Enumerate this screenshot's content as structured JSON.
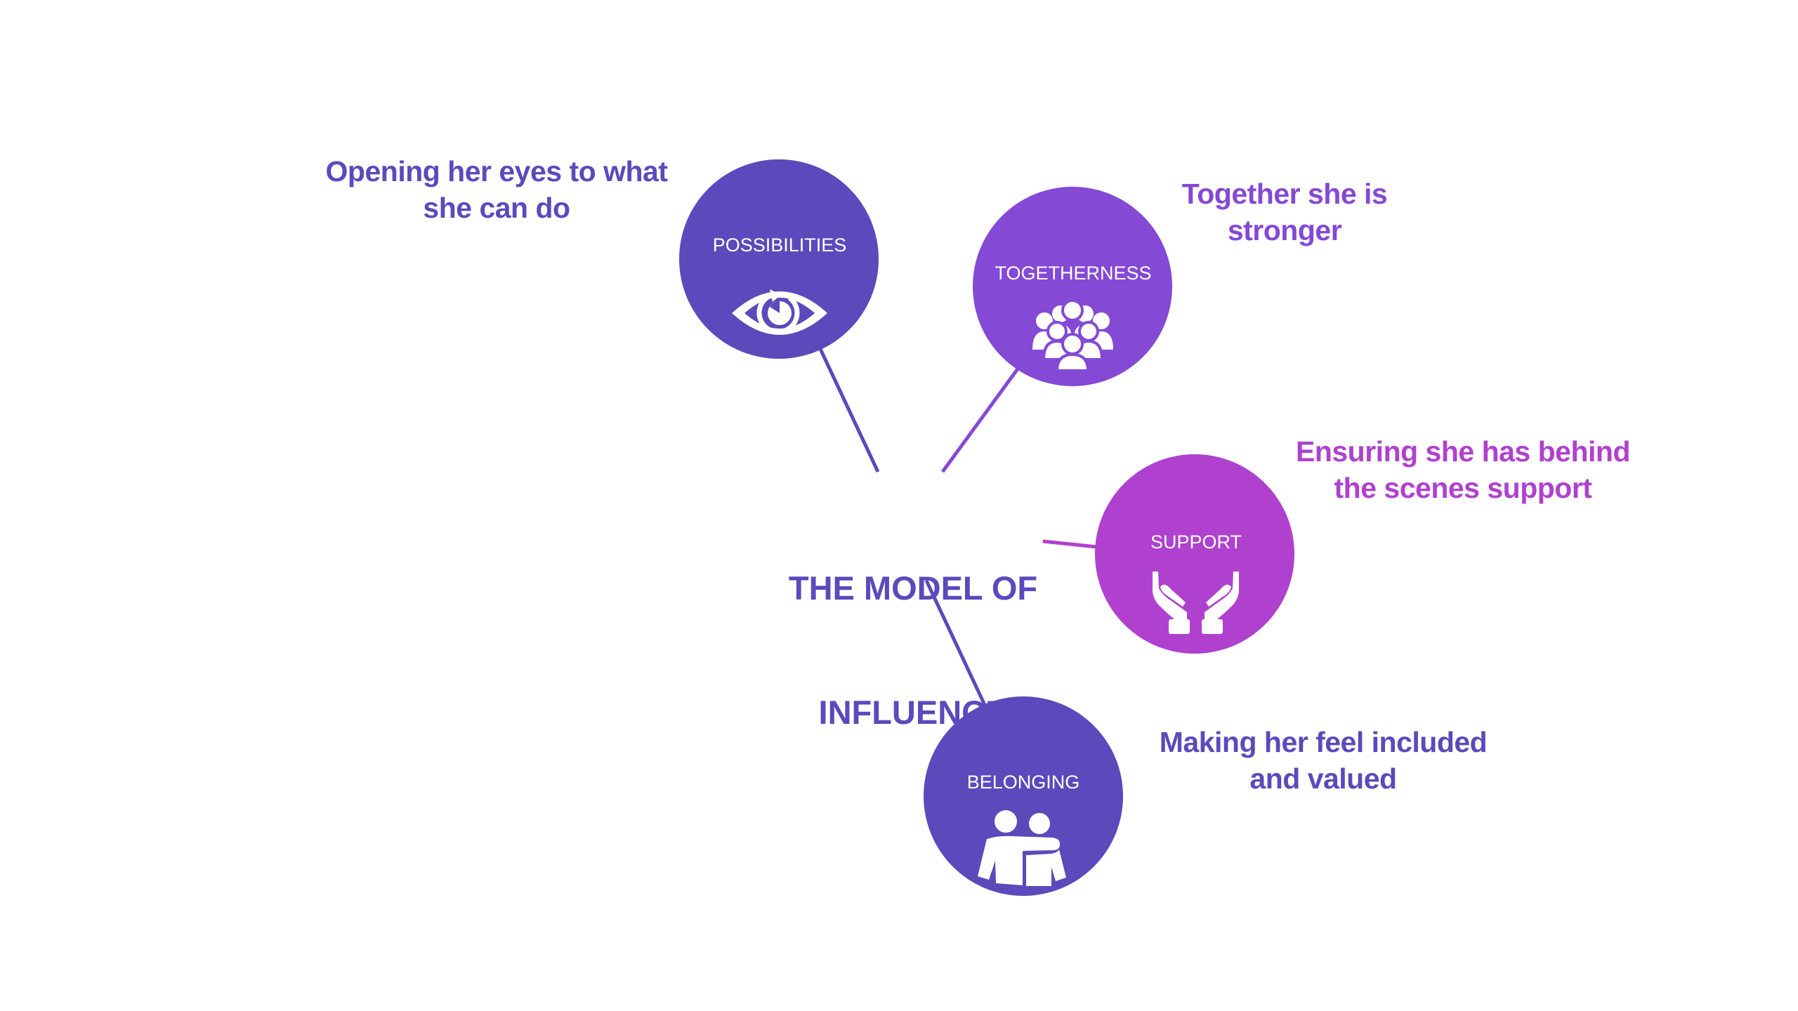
{
  "title": {
    "line1": "THE MODEL OF",
    "line2": "INFLUENCE",
    "color": "#5C49BB"
  },
  "nodes": [
    {
      "id": "possibilities",
      "label": "POSSIBILITIES",
      "icon": "eye-icon",
      "color": "#5C49BB",
      "description": "Opening her eyes to what\nshe can do"
    },
    {
      "id": "togetherness",
      "label": "TOGETHERNESS",
      "icon": "group-of-people-icon",
      "color": "#8449D5",
      "description": "Together she is\nstronger"
    },
    {
      "id": "support",
      "label": "SUPPORT",
      "icon": "open-hands-icon",
      "color": "#AF41CE",
      "description": "Ensuring she has behind\nthe scenes support"
    },
    {
      "id": "belonging",
      "label": "BELONGING",
      "icon": "two-people-embracing-icon",
      "color": "#5C49BB",
      "description": "Making her feel included\nand valued"
    }
  ]
}
